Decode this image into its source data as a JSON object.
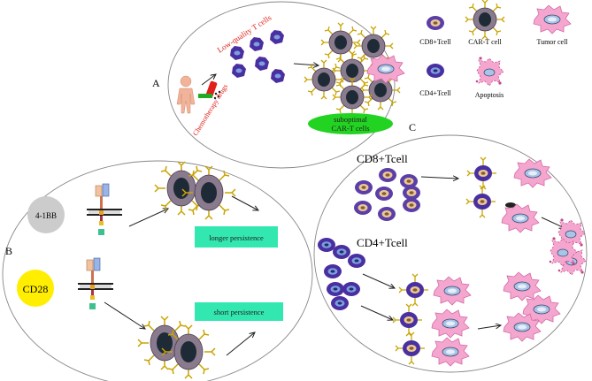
{
  "panels": {
    "a": {
      "letter": "A",
      "low_quality": "Low-quality T cells",
      "drugs": "Chemotherapy drugs",
      "suboptimal_line1": "suboptimal",
      "suboptimal_line2": "CAR-T cells"
    },
    "b": {
      "letter": "B",
      "costim_1": "4-1BB",
      "costim_2": "CD28",
      "longer": "longer persistence",
      "short": "short persistence"
    },
    "c": {
      "letter": "C",
      "cd8": "CD8+Tcell",
      "cd4": "CD4+Tcell"
    }
  },
  "legend": {
    "cd8": "CD8+Tcell",
    "cart": "CAR-T cell",
    "tumor": "Tumor cell",
    "cd4": "CD4+Tcell",
    "apoptosis": "Apoptosis"
  },
  "colors": {
    "cd8_outer": "#5b3fa6",
    "cd8_inner": "#e8c99a",
    "cd4_outer": "#4a2fa0",
    "cd4_inner": "#7a9fe0",
    "cart_body": "#8a7a8e",
    "cart_nucleus": "#1e2a36",
    "tumor": "#f4a6cf",
    "tumor_nucleus": "#a8c4e8",
    "green_oval": "#22d322",
    "teal_box": "#33e8b0",
    "cd28_circle": "#ffee00",
    "bb_circle": "#cccccc",
    "red_text": "#e0201a"
  },
  "icons": [
    "human-body-icon",
    "syringe-icon",
    "pill-icon",
    "car-receptor-icon",
    "arrow-icon"
  ]
}
